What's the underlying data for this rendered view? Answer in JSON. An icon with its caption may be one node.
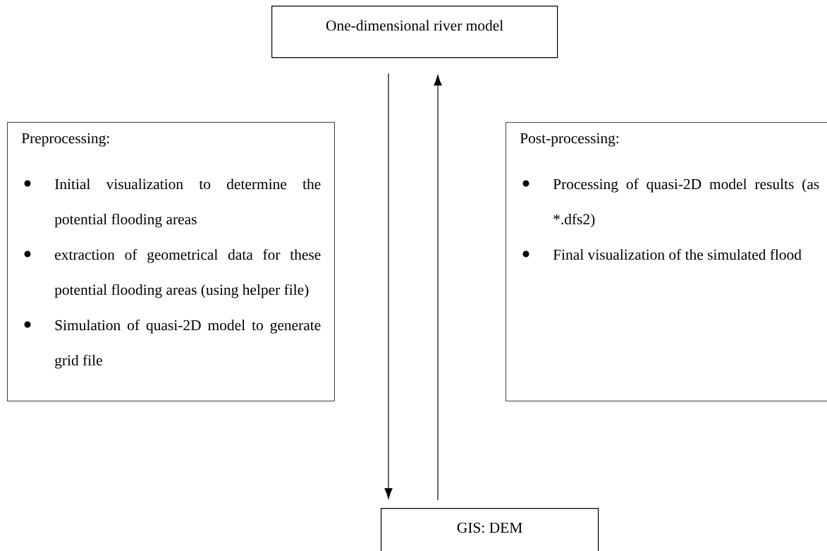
{
  "diagram": {
    "nodes": [
      {
        "text": [
          "One-dimensional river model"
        ]
      },
      {
        "text": [
          "Preprocessing:",
          "Initial visualization to determine the potential flooding areas",
          "extraction of geometrical data for these potential flooding areas (using helper file)",
          "Simulation of quasi-2D model to generate grid file"
        ]
      },
      {
        "text": [
          "Post-processing:",
          "Processing of quasi-2D model results (as *.dfs2)",
          "Final visualization of the simulated flood"
        ]
      },
      {
        "text": [
          "GIS: DEM"
        ]
      }
    ],
    "edges": [
      {
        "from": 0,
        "to": 3,
        "arrow": "to"
      },
      {
        "from": 3,
        "to": 0,
        "arrow": "to"
      }
    ]
  }
}
